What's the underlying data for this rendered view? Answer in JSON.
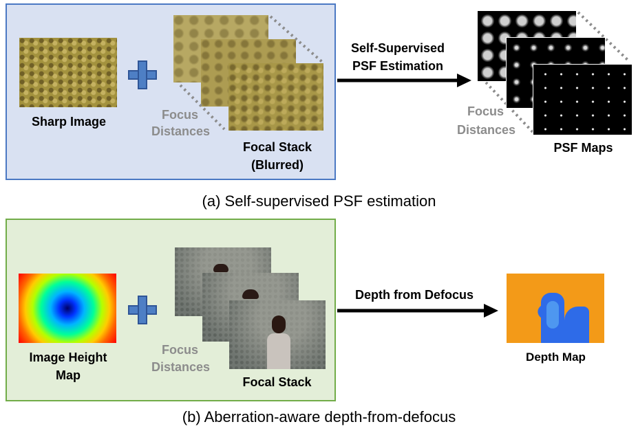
{
  "panel_a": {
    "sharp_image_label": "Sharp Image",
    "focus_distances_label_line1": "Focus",
    "focus_distances_label_line2": "Distances",
    "focal_stack_label_line1": "Focal Stack",
    "focal_stack_label_line2": "(Blurred)",
    "border_color": "#4a78c3",
    "fill_color": "#d9e1f2"
  },
  "arrow_a": {
    "label_line1": "Self-Supervised",
    "label_line2": "PSF Estimation"
  },
  "psf_output": {
    "focus_distances_label_line1": "Focus",
    "focus_distances_label_line2": "Distances",
    "label": "PSF Maps"
  },
  "caption_a": "(a) Self-supervised PSF estimation",
  "panel_b": {
    "height_map_label_line1": "Image Height",
    "height_map_label_line2": "Map",
    "focus_distances_label_line1": "Focus",
    "focus_distances_label_line2": "Distances",
    "focal_stack_label": "Focal Stack",
    "border_color": "#71ac48",
    "fill_color": "#e3eed8"
  },
  "arrow_b": {
    "label": "Depth from Defocus"
  },
  "depth_output": {
    "label": "Depth Map"
  },
  "caption_b": "(b) Aberration-aware depth-from-defocus",
  "icons": {
    "plus_sign": "plus-icon",
    "arrow": "arrow-right-icon"
  }
}
